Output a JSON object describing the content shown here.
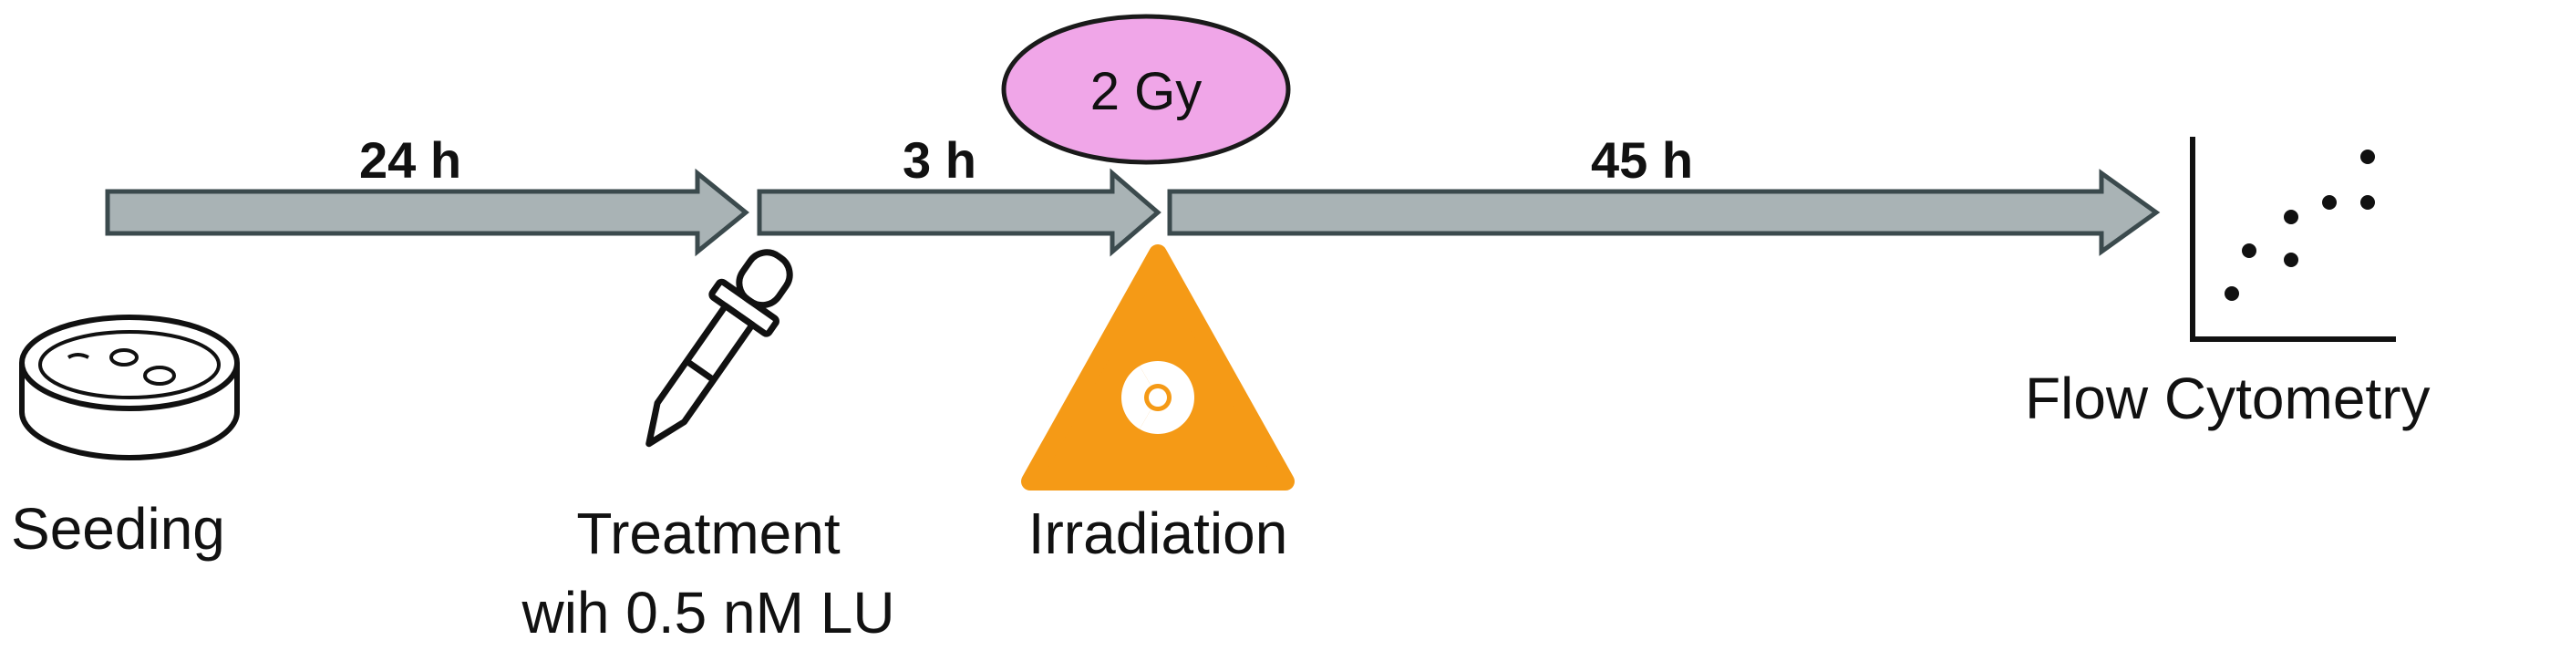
{
  "durations": {
    "seeding_to_treatment": "24 h",
    "treatment_to_irradiation": "3 h",
    "irradiation_to_flow": "45 h"
  },
  "dose": "2 Gy",
  "steps": {
    "seeding": "Seeding",
    "treatment_line1": "Treatment",
    "treatment_line2": "wih 0.5 nM LU",
    "irradiation": "Irradiation",
    "flow": "Flow Cytometry"
  },
  "colors": {
    "arrow_fill": "#a9b3b5",
    "arrow_stroke": "#3b4a4d",
    "dose_fill": "#f0a6e8",
    "warning_fill": "#f59a16",
    "ink": "#111111"
  },
  "icons": [
    "petri-dish-icon",
    "dropper-icon",
    "radiation-warning-icon",
    "scatter-plot-icon"
  ]
}
